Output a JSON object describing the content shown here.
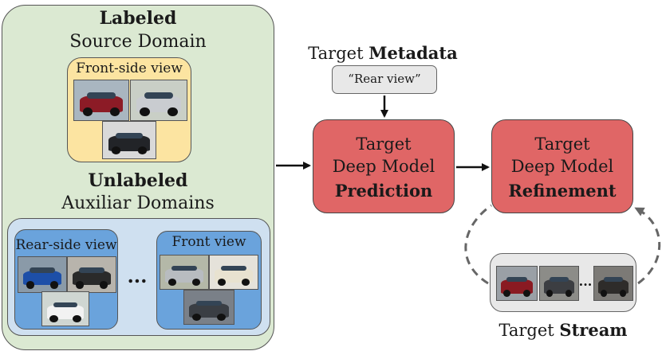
{
  "source": {
    "title_bold": "Labeled",
    "title": "Source Domain",
    "front_side_label": "Front-side view"
  },
  "auxiliary": {
    "title_bold": "Unlabeled",
    "title": "Auxiliar Domains",
    "rear_side_label": "Rear-side view",
    "front_label": "Front view",
    "ellipsis": "..."
  },
  "metadata": {
    "title_prefix": "Target",
    "title_bold": "Metadata",
    "value": "“Rear view”"
  },
  "prediction": {
    "line1": "Target",
    "line2": "Deep Model",
    "line3": "Prediction"
  },
  "refinement": {
    "line1": "Target",
    "line2": "Deep Model",
    "line3": "Refinement"
  },
  "stream": {
    "title_prefix": "Target",
    "title_bold": "Stream",
    "ellipsis": "..."
  },
  "colors": {
    "source_panel": "#dbe9d2",
    "front_side_panel": "#fce4a1",
    "aux_panel": "#cfe0f0",
    "view_panel": "#6aa3dc",
    "model_box": "#e06666",
    "gray_box": "#e8e8e8"
  },
  "car_photos": [
    {
      "name": "car-photo-red-front",
      "bg": "#a9b6c0",
      "car": "#8c1b26"
    },
    {
      "name": "car-photo-silver-front",
      "bg": "#c9cfc6",
      "car": "#c9ccd0"
    },
    {
      "name": "car-photo-black-front",
      "bg": "#d9d9d9",
      "car": "#222428"
    },
    {
      "name": "car-photo-blue-rear",
      "bg": "#8a9aa8",
      "car": "#1d4fa8"
    },
    {
      "name": "car-photo-black-rear",
      "bg": "#b8b4ac",
      "car": "#2a2a2a"
    },
    {
      "name": "car-photo-white-rear",
      "bg": "#cfd6d2",
      "car": "#f2f2f2"
    },
    {
      "name": "car-photo-silver-front-2",
      "bg": "#b4b8a8",
      "car": "#b8bcc0"
    },
    {
      "name": "car-photo-beige-front",
      "bg": "#e5e2da",
      "car": "#e8e2d0"
    },
    {
      "name": "car-photo-dark-front",
      "bg": "#7a8088",
      "car": "#3a3e44"
    },
    {
      "name": "car-photo-red-rear-stream",
      "bg": "#9aa0a6",
      "car": "#8a1a22"
    },
    {
      "name": "car-photo-gray-rear-stream",
      "bg": "#8c8c88",
      "car": "#3c3e42"
    },
    {
      "name": "car-photo-dark-rear-stream",
      "bg": "#7c7a76",
      "car": "#2e2c2a"
    }
  ]
}
